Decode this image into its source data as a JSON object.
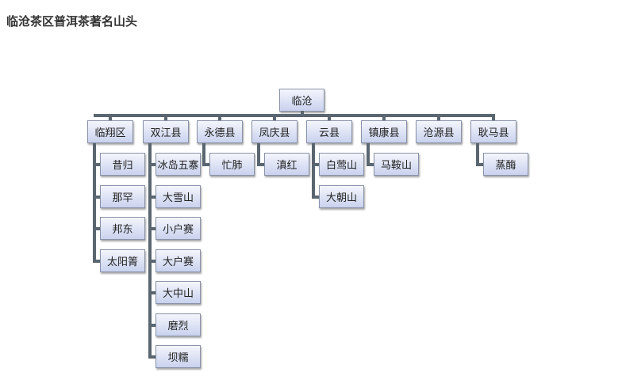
{
  "title": "临沧茶区普洱茶著名山头",
  "root": "临沧",
  "counties": [
    {
      "name": "临翔区",
      "children": [
        "昔归",
        "那罕",
        "邦东",
        "太阳箐"
      ]
    },
    {
      "name": "双江县",
      "children": [
        "冰岛五寨",
        "大雪山",
        "小户赛",
        "大户赛",
        "大中山",
        "磨烈",
        "坝糯"
      ]
    },
    {
      "name": "永德县",
      "children": [
        "忙肺"
      ]
    },
    {
      "name": "凤庆县",
      "children": [
        "滇红"
      ]
    },
    {
      "name": "云县",
      "children": [
        "白莺山",
        "大朝山"
      ]
    },
    {
      "name": "镇康县",
      "children": [
        "马鞍山"
      ]
    },
    {
      "name": "沧源县",
      "children": []
    },
    {
      "name": "耿马县",
      "children": [
        "蒸酶"
      ]
    }
  ]
}
